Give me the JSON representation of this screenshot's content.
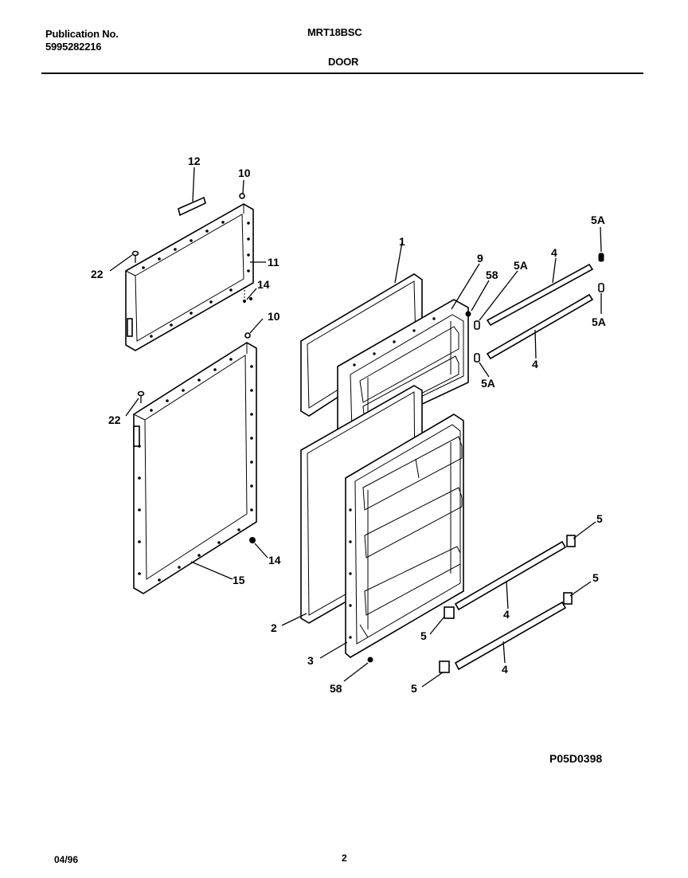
{
  "header": {
    "publication_label": "Publication No.",
    "publication_number": "5995282216",
    "model": "MRT18BSC",
    "section": "DOOR"
  },
  "footer": {
    "date": "04/96",
    "page": "2"
  },
  "diagram": {
    "code": "P05D0398",
    "callouts": [
      "12",
      "10",
      "22",
      "11",
      "14",
      "10",
      "22",
      "14",
      "15",
      "1",
      "9",
      "58",
      "5A",
      "4",
      "5A",
      "5A",
      "4",
      "5A",
      "2",
      "3",
      "58",
      "5",
      "4",
      "5",
      "5",
      "4",
      "5"
    ]
  }
}
